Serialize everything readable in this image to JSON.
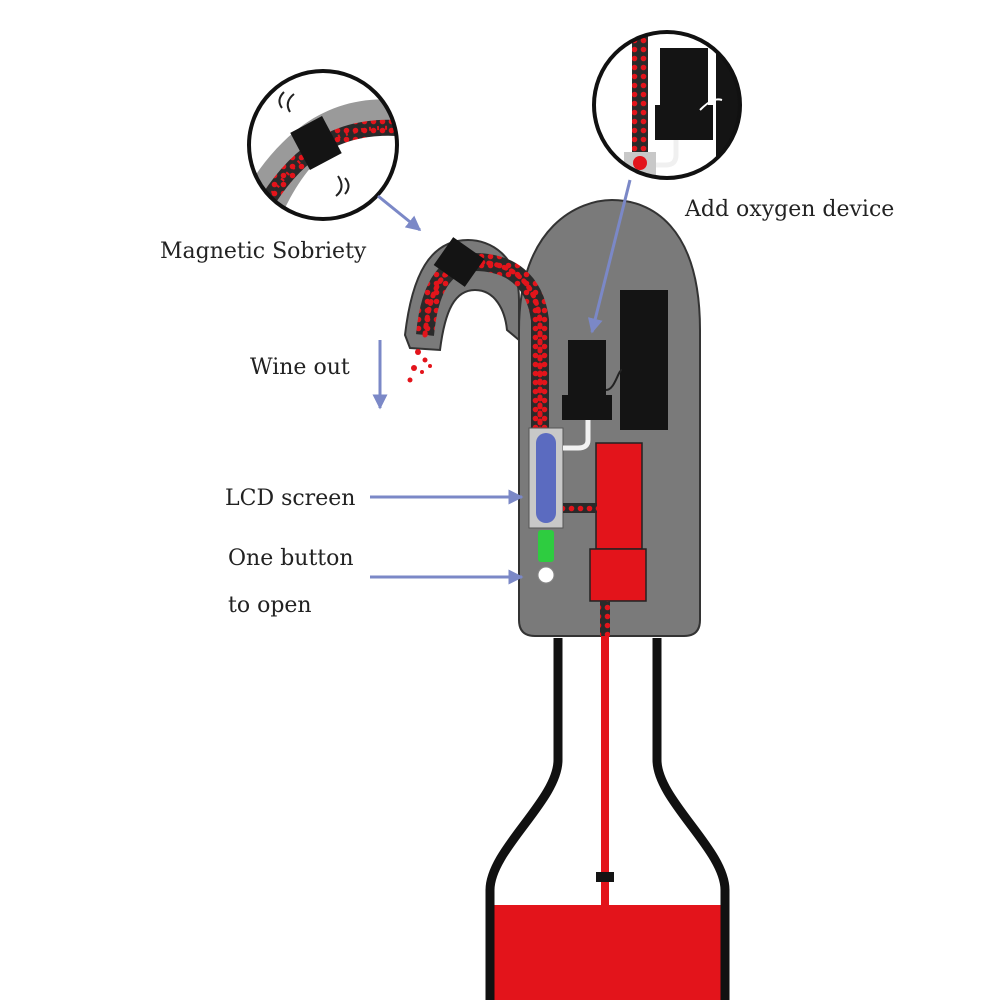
{
  "labels": {
    "magnetic": "Magnetic Sobriety",
    "oxygen": "Add oxygen device",
    "wine_out": "Wine out",
    "lcd": "LCD screen",
    "button_line1": "One button",
    "button_line2": "to open"
  },
  "colors": {
    "body": "#7a7a7a",
    "wine": "#e3141b",
    "arrow": "#7b88c7",
    "lcd": "#5b6bc0",
    "led": "#2ecc40",
    "component": "#141414"
  }
}
